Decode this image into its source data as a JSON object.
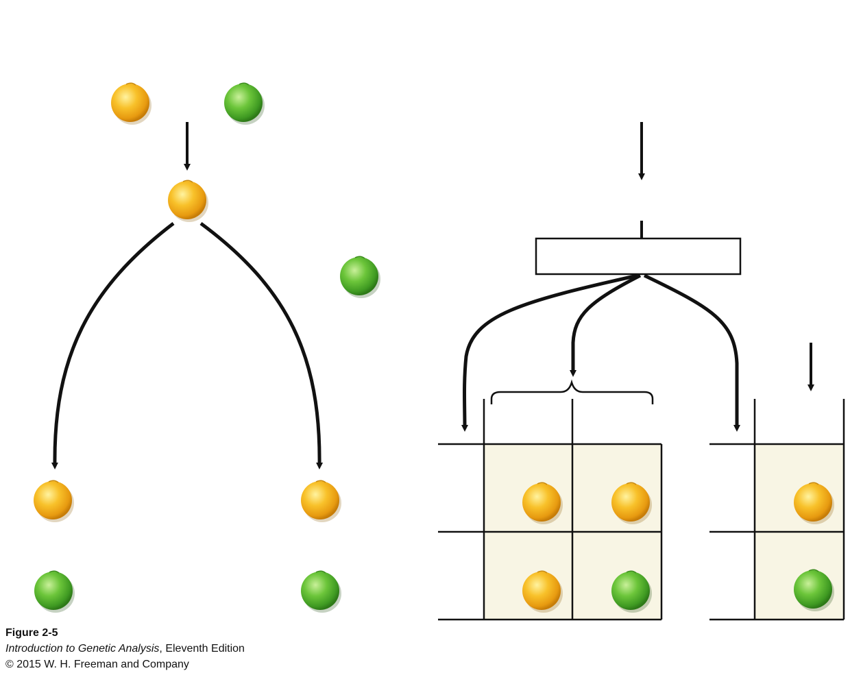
{
  "caption": {
    "figure_label": "Figure 2-5",
    "book_title": "Introduction to Genetic Analysis",
    "edition": ", Eleventh Edition",
    "copyright": "© 2015 W. H. Freeman and Company"
  },
  "colors": {
    "yellow_pea": "#f5b018",
    "green_pea": "#5cb82c",
    "line": "#111111",
    "grid_fill": "#f8f5e4"
  },
  "peas": {
    "parents": [
      "yellow",
      "green"
    ],
    "f1": "yellow",
    "tester": "green",
    "left_offspring": [
      "yellow",
      "green",
      "yellow",
      "green"
    ],
    "punnett_2x2": [
      "yellow",
      "yellow",
      "yellow",
      "green"
    ],
    "punnett_1x2": [
      "yellow",
      "green"
    ]
  }
}
